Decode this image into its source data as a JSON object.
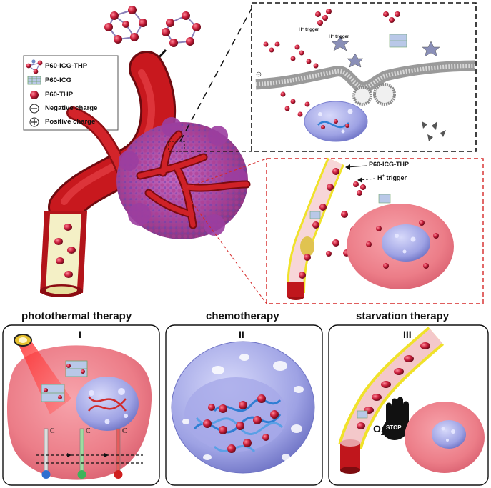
{
  "legend": {
    "items": [
      {
        "label": "P60-ICG-THP",
        "icon": "p60-icg-thp-cluster-icon"
      },
      {
        "label": "P60-ICG",
        "icon": "p60-icg-lattice-icon"
      },
      {
        "label": "P60-THP",
        "icon": "p60-thp-sphere-icon"
      },
      {
        "label": "Negative charge",
        "icon": "minus-circle-icon"
      },
      {
        "label": "Positive charge",
        "icon": "plus-circle-icon"
      }
    ]
  },
  "inset_top": {
    "trigger_left": "H⁺ trigger",
    "trigger_right": "H⁺ trigger"
  },
  "inset_right": {
    "label_nanoparticle": "P60-ICG-THP",
    "label_trigger_prefix": "H",
    "label_trigger_sup": "+",
    "label_trigger_suffix": " trigger"
  },
  "panels": [
    {
      "heading": "photothermal therapy",
      "numeral": "I",
      "thermo_unit": "C"
    },
    {
      "heading": "chemotherapy",
      "numeral": "II"
    },
    {
      "heading": "starvation therapy",
      "numeral": "III",
      "stop_hand_o2": "O",
      "stop_hand_sub": "2",
      "stop_hand_text": "STOP"
    }
  ],
  "colors": {
    "vessel_red": "#c0161c",
    "tumor_pink": "#f0808c",
    "nucleus_blue": "#9a9ee0",
    "particle_red": "#c81d3a",
    "membrane_gray": "#8a8a8a",
    "dashed_red": "#d62828"
  }
}
